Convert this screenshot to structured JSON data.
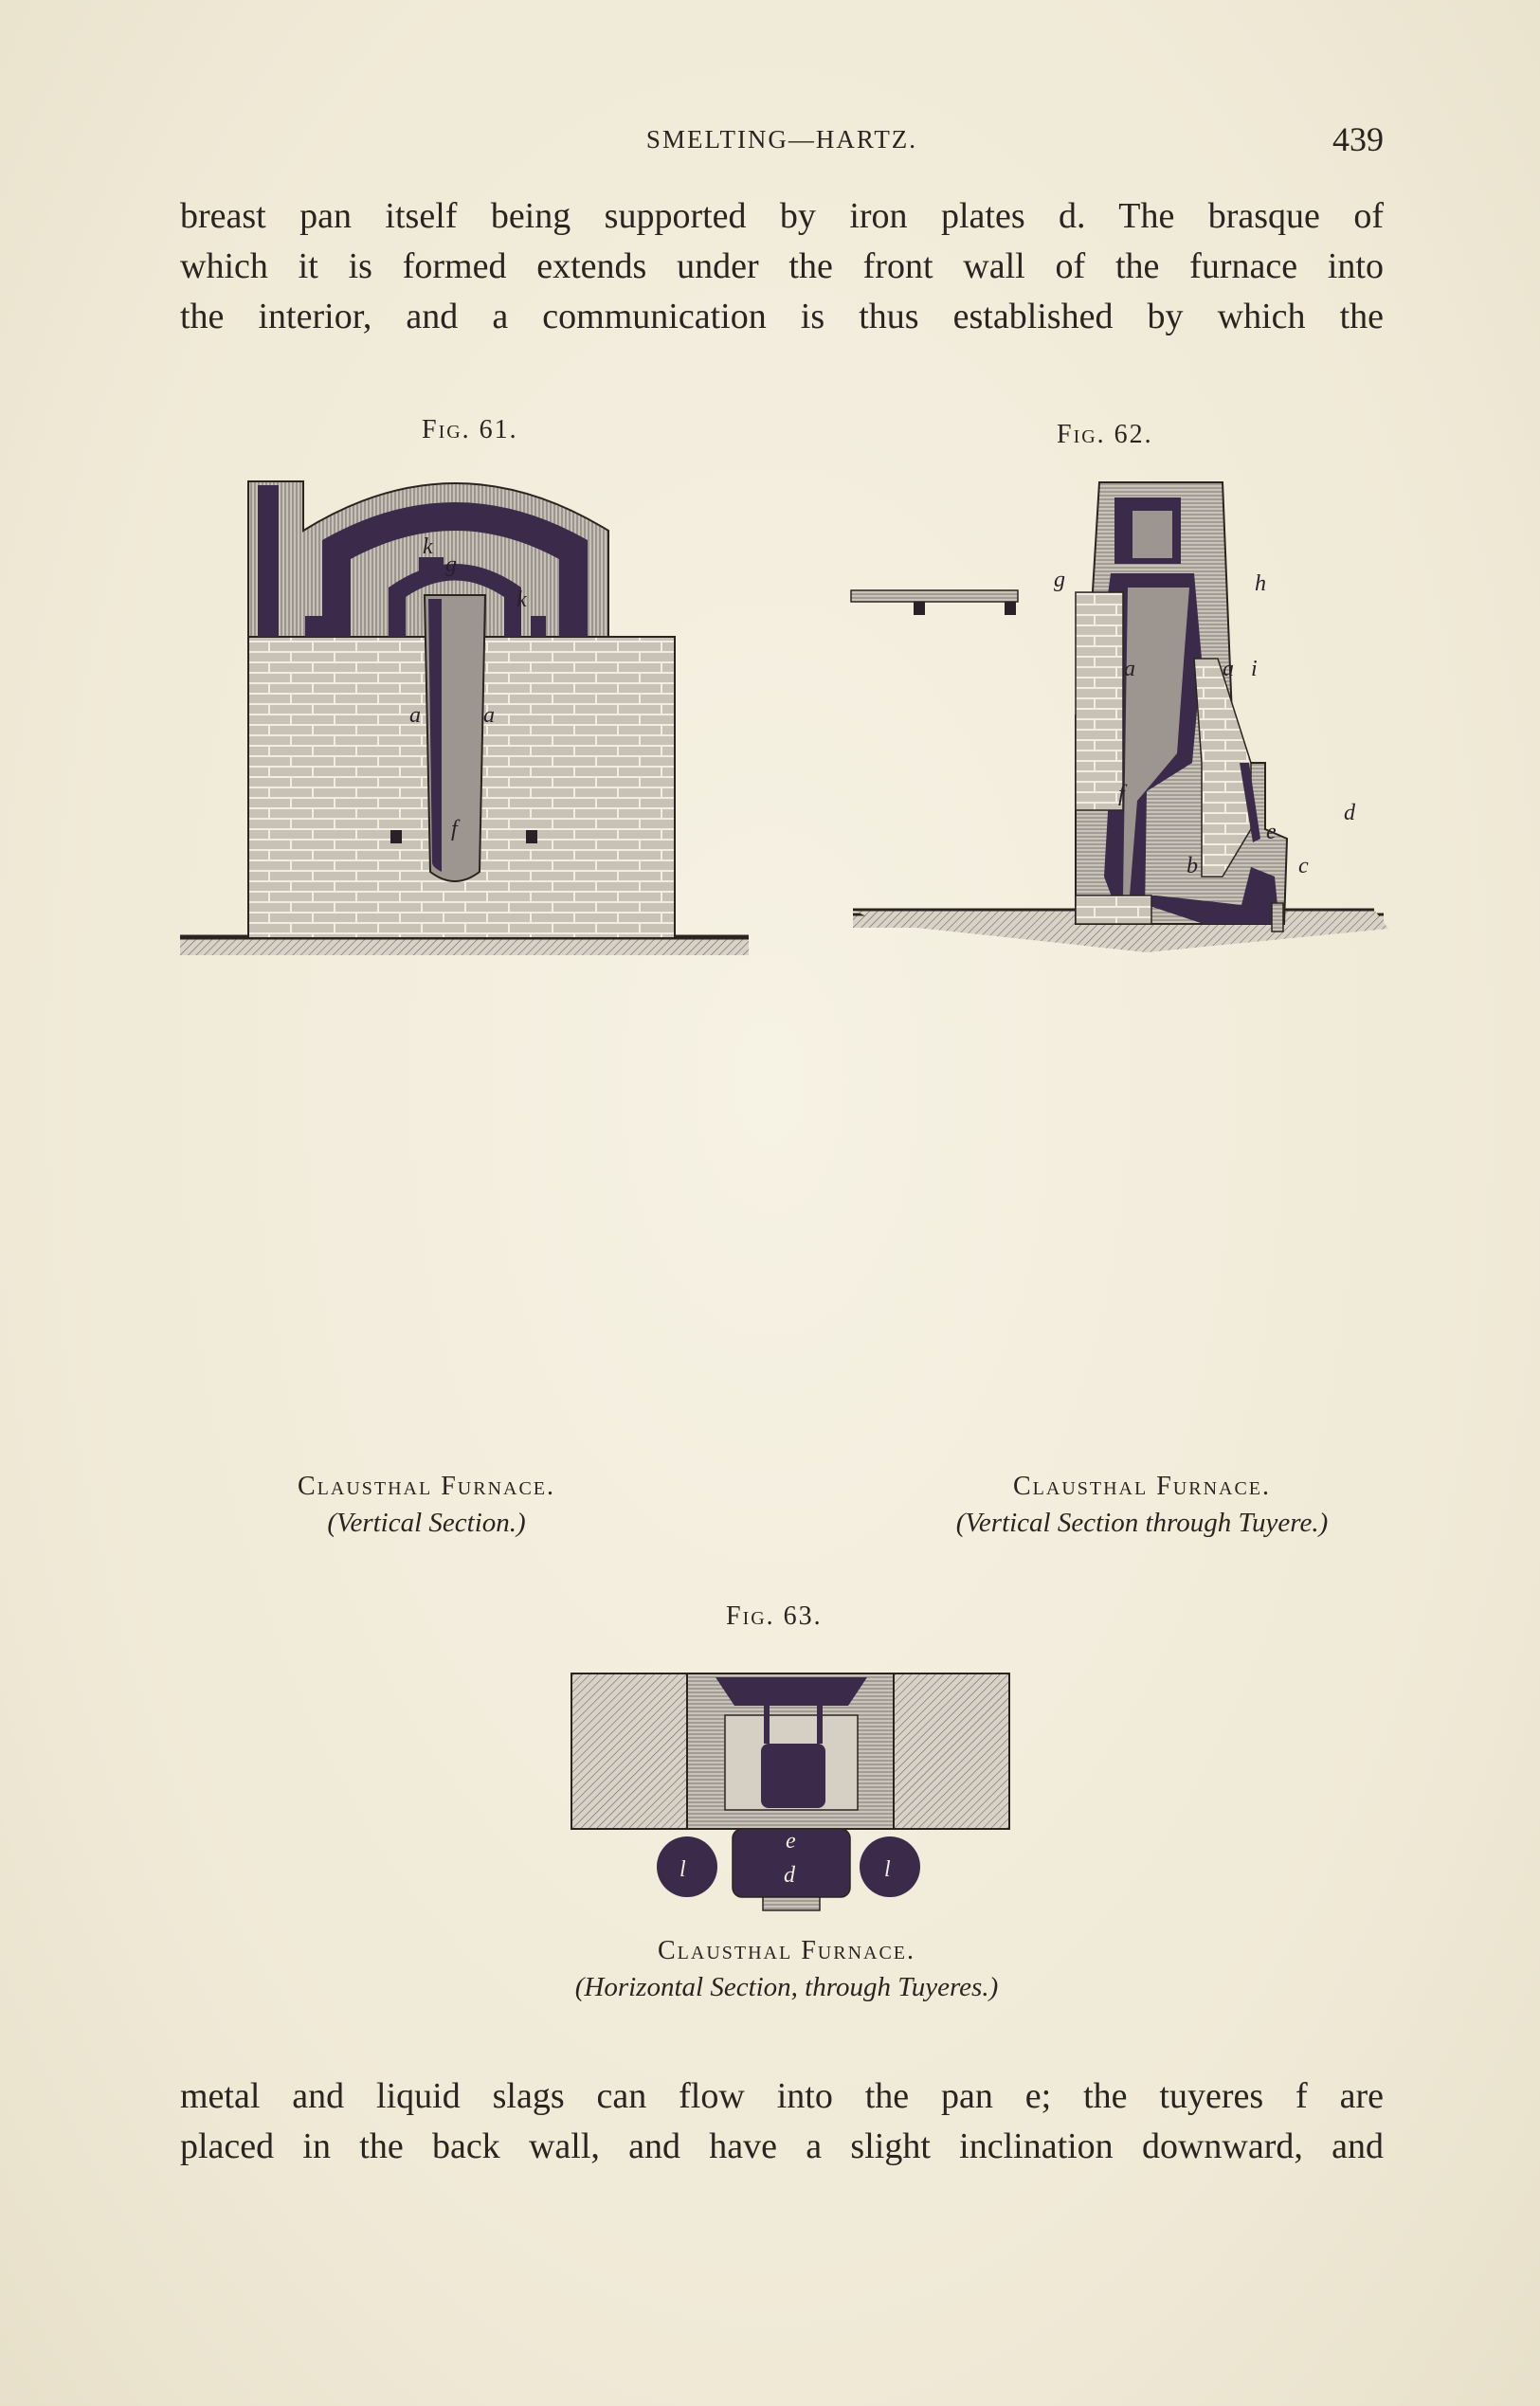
{
  "header": {
    "running_title": "SMELTING—HARTZ.",
    "page_number": "439"
  },
  "text_top": [
    "breast pan itself being supported by iron plates d.  The brasque of",
    "which it is formed extends under the front wall of the furnace into",
    "the interior, and a communication is thus established by which the"
  ],
  "text_bottom": [
    "metal and liquid slags can flow into the pan e; the tuyeres f are",
    "placed in the back wall, and have a slight inclination downward, and"
  ],
  "figures": {
    "fig61": {
      "label": "Fig. 61.",
      "caption_title": "Clausthal Furnace.",
      "caption_sub": "(Vertical Section.)",
      "letters": [
        "k",
        "g",
        "k",
        "a",
        "a",
        "f"
      ]
    },
    "fig62": {
      "label": "Fig. 62.",
      "caption_title": "Clausthal Furnace.",
      "caption_sub": "(Vertical Section through Tuyere.)",
      "letters": [
        "g",
        "h",
        "a",
        "a",
        "i",
        "f",
        "d",
        "e",
        "b",
        "c"
      ]
    },
    "fig63": {
      "label": "Fig. 63.",
      "caption_title": "Clausthal Furnace.",
      "caption_sub": "(Horizontal Section, through Tuyeres.)",
      "letters": [
        "l",
        "e",
        "d",
        "l"
      ]
    }
  },
  "colors": {
    "paper": "#f3efe0",
    "ink": "#2a2420",
    "engraving_dark": "#3b2a4a",
    "engraving_mid": "#9c9590"
  }
}
